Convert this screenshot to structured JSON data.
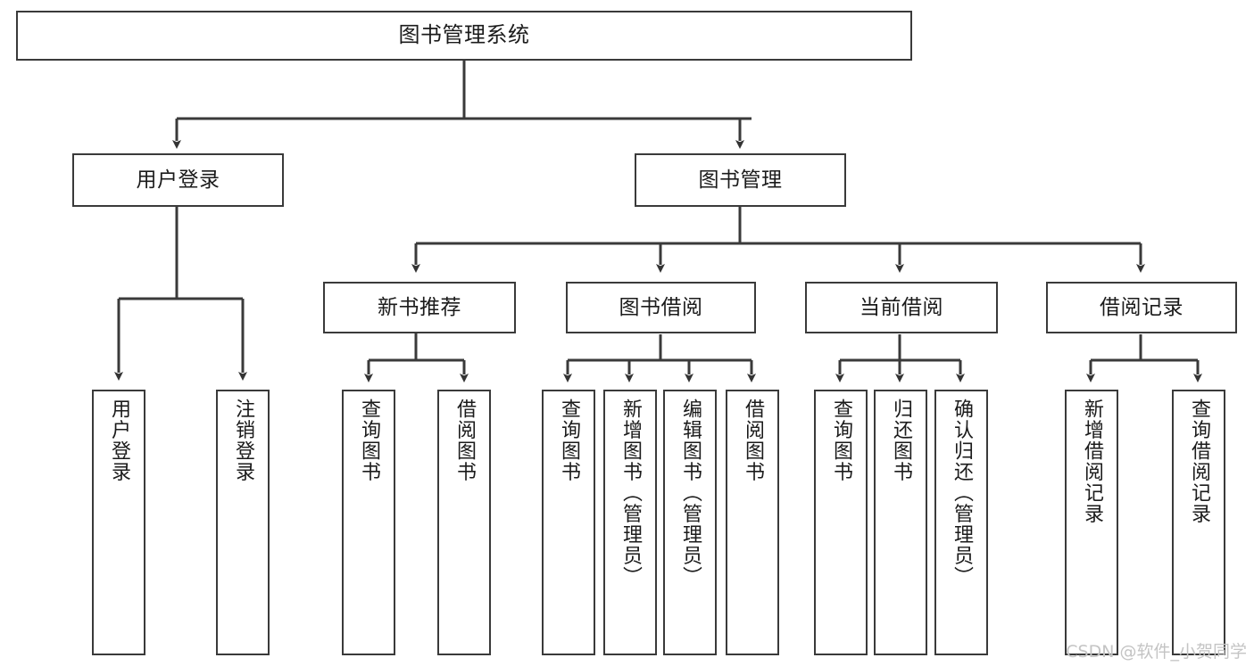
{
  "diagram": {
    "title": "图书管理系统",
    "type": "tree-hierarchy-diagram",
    "colors": {
      "box_border": "#3a3a3a",
      "box_fill": "#ffffff",
      "edge": "#3a3a3a",
      "text": "#1b1b1b",
      "watermark": "#c4c4c4",
      "background": "#ffffff"
    },
    "watermark": "CSDN @软件_小贺同学",
    "nodes": {
      "root": {
        "label": "图书管理系统"
      },
      "level2": [
        {
          "label": "用户登录"
        },
        {
          "label": "图书管理"
        }
      ],
      "level3": [
        {
          "label": "新书推荐"
        },
        {
          "label": "图书借阅"
        },
        {
          "label": "当前借阅"
        },
        {
          "label": "借阅记录"
        }
      ],
      "leaves": {
        "user_login": [
          {
            "label": "用户登录"
          },
          {
            "label": "注销登录"
          }
        ],
        "new_book_recommend": [
          {
            "label": "查询图书"
          },
          {
            "label": "借阅图书"
          }
        ],
        "book_borrow": [
          {
            "label": "查询图书"
          },
          {
            "label": "新增图书（管理员）"
          },
          {
            "label": "编辑图书（管理员）"
          },
          {
            "label": "借阅图书"
          }
        ],
        "current_borrow": [
          {
            "label": "查询图书"
          },
          {
            "label": "归还图书"
          },
          {
            "label": "确认归还（管理员）"
          }
        ],
        "borrow_record": [
          {
            "label": "新增借阅记录"
          },
          {
            "label": "查询借阅记录"
          }
        ]
      }
    }
  }
}
